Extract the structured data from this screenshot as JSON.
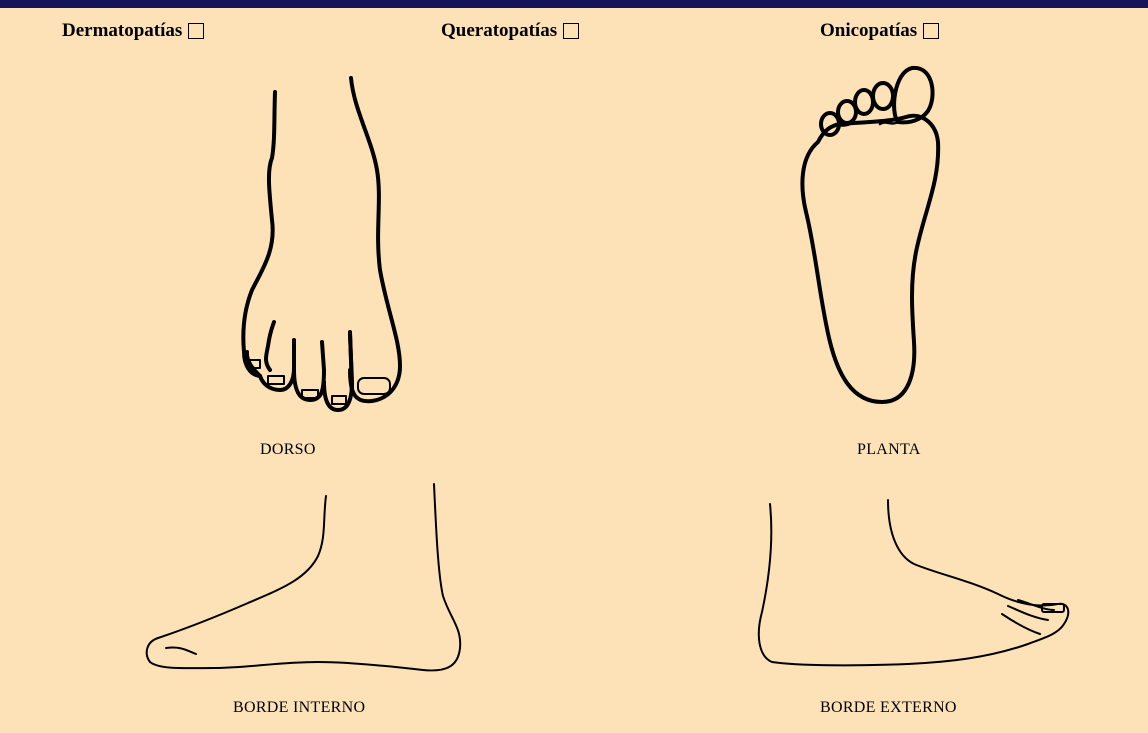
{
  "header": {
    "categories": [
      {
        "label": "Dermatopatías",
        "checked": false
      },
      {
        "label": "Queratopatías",
        "checked": false
      },
      {
        "label": "Onicopatías",
        "checked": false
      }
    ]
  },
  "views": {
    "dorso": {
      "label": "DORSO",
      "icon": "foot-dorsal-icon"
    },
    "planta": {
      "label": "PLANTA",
      "icon": "foot-sole-icon"
    },
    "borde_interno": {
      "label": "BORDE INTERNO",
      "icon": "foot-medial-icon"
    },
    "borde_externo": {
      "label": "BORDE EXTERNO",
      "icon": "foot-lateral-icon"
    }
  },
  "colors": {
    "background": "#fde2b8",
    "top_bar": "#14145a"
  }
}
